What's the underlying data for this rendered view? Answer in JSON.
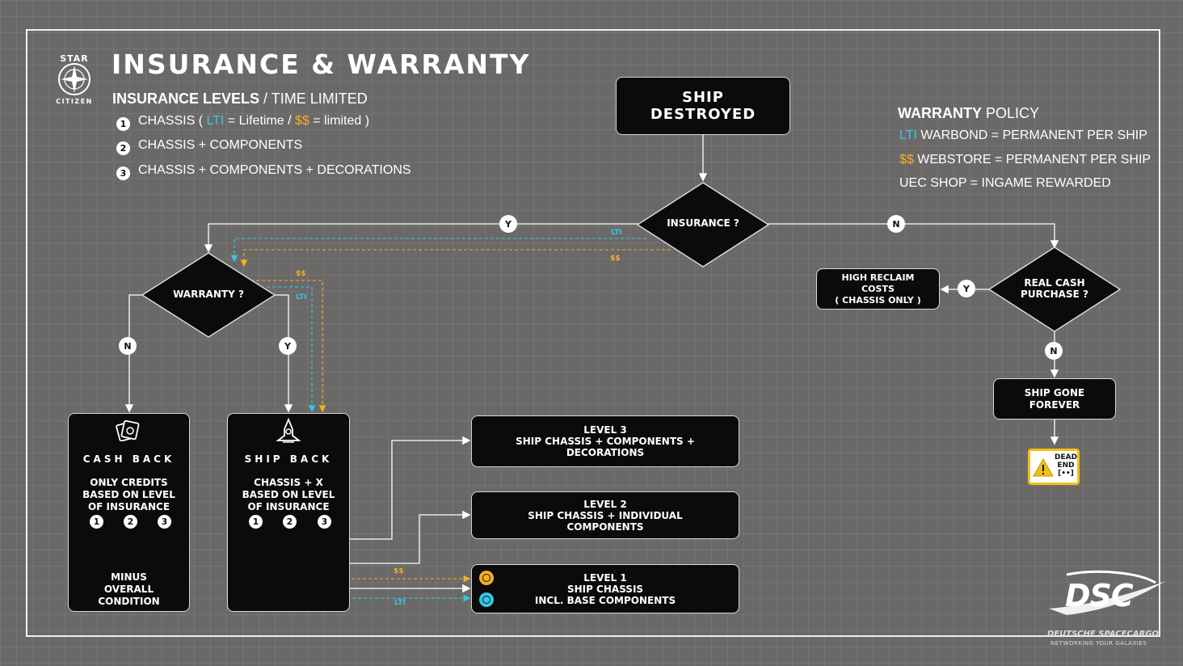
{
  "header": {
    "logo_top": "STAR",
    "logo_bottom": "CITIZEN",
    "title": "INSURANCE & WARRANTY",
    "levels_heading_bold": "INSURANCE LEVELS",
    "levels_heading_rest": "/ TIME LIMITED"
  },
  "levels": [
    {
      "num": "1",
      "text_a": "CHASSIS (",
      "lti": "LTI",
      "text_b": "= Lifetime /",
      "money": "$$",
      "text_c": "= limited )"
    },
    {
      "num": "2",
      "text": "CHASSIS + COMPONENTS"
    },
    {
      "num": "3",
      "text": "CHASSIS + COMPONENTS + DECORATIONS"
    }
  ],
  "warranty_policy": {
    "heading_bold": "WARRANTY",
    "heading_rest": "POLICY",
    "items": [
      {
        "tag": "LTI",
        "text": "WARBOND = PERMANENT PER SHIP"
      },
      {
        "tag": "$$",
        "text": "WEBSTORE = PERMANENT PER SHIP"
      },
      {
        "tag": "",
        "text": "UEC SHOP = INGAME REWARDED"
      }
    ]
  },
  "nodes": {
    "ship_destroyed": [
      "SHIP",
      "DESTROYED"
    ],
    "insurance": "INSURANCE ?",
    "warranty": "WARRANTY ?",
    "real_cash": [
      "REAL CASH",
      "PURCHASE ?"
    ],
    "high_reclaim": [
      "HIGH RECLAIM",
      "COSTS",
      "( CHASSIS ONLY )"
    ],
    "ship_gone": [
      "SHIP GONE",
      "FOREVER"
    ],
    "dead_end": [
      "DEAD",
      "END",
      "[••]"
    ],
    "cash_back": {
      "title": "CASH BACK",
      "desc": [
        "ONLY CREDITS",
        "BASED ON LEVEL",
        "OF INSURANCE"
      ],
      "nums": [
        "1",
        "2",
        "3"
      ],
      "result": [
        "MINUS",
        "OVERALL",
        "CONDITION"
      ]
    },
    "ship_back": {
      "title": "SHIP BACK",
      "desc": [
        "CHASSIS + X",
        "BASED ON LEVEL",
        "OF INSURANCE"
      ],
      "nums": [
        "1",
        "2",
        "3"
      ]
    },
    "level3": [
      "LEVEL 3",
      "SHIP CHASSIS + COMPONENTS +",
      "DECORATIONS"
    ],
    "level2": [
      "LEVEL 2",
      "SHIP CHASSIS + INDIVIDUAL",
      "COMPONENTS"
    ],
    "level1": [
      "LEVEL 1",
      "SHIP CHASSIS",
      "INCL. BASE COMPONENTS"
    ]
  },
  "edge_labels": {
    "yes": "Y",
    "no": "N",
    "lti": "LTI",
    "money": "$$"
  },
  "footer": {
    "logo": "DSC",
    "company": "DEUTSCHE SPACECARGO",
    "tagline": "NETWORKING YOUR GALAXIES"
  },
  "colors": {
    "lti": "#35c7e6",
    "money": "#f2b024",
    "background": "#6b6967",
    "box": "#0b0b0b"
  }
}
